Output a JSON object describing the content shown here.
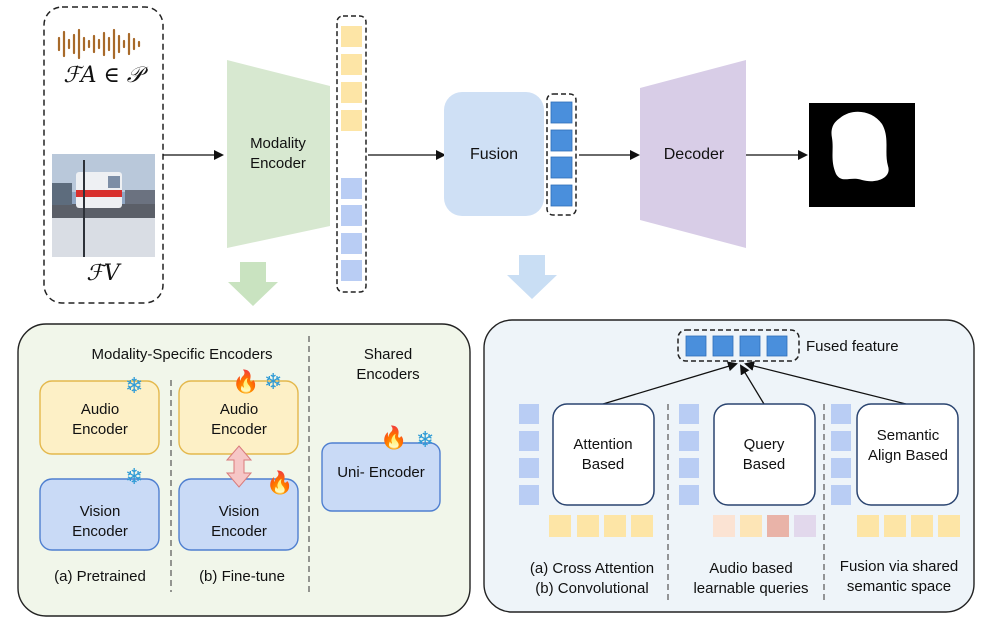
{
  "input": {
    "audio_label": "ℱA ∈ 𝒫",
    "visual_label": "ℱV"
  },
  "pipeline": {
    "modality_encoder": "Modality Encoder",
    "fusion": "Fusion",
    "decoder": "Decoder"
  },
  "encoders_panel": {
    "specific_title": "Modality-Specific Encoders",
    "shared_title": "Shared Encoders",
    "audio_encoder": "Audio Encoder",
    "vision_encoder": "Vision Encoder",
    "uni_encoder": "Uni- Encoder",
    "caption_pretrained": "(a) Pretrained",
    "caption_finetune": "(b) Fine-tune"
  },
  "fusion_panel": {
    "fused_feature": "Fused feature",
    "attention_based": "Attention Based",
    "query_based": "Query Based",
    "semantic_align_based": "Semantic Align Based",
    "caption_attention_1": "(a) Cross Attention",
    "caption_attention_2": "(b) Convolutional",
    "caption_query_1": "Audio based",
    "caption_query_2": "learnable queries",
    "caption_semantic_1": "Fusion via shared",
    "caption_semantic_2": "semantic space"
  },
  "icons": {
    "frozen": "snowflake-icon",
    "trainable": "flame-icon",
    "frozen_glyph": "❄",
    "trainable_glyph": "🔥"
  },
  "colors": {
    "audio_token": "#fde5a6",
    "visual_token": "#b9cdf4",
    "fused_token": "#4a8fdc",
    "encoder_green": "#d7e8d0",
    "fusion_blue": "#cfe0f5",
    "decoder_purple": "#d8cde7",
    "panel_left_bg": "#f1f6ea",
    "panel_right_bg": "#eef4f9"
  }
}
